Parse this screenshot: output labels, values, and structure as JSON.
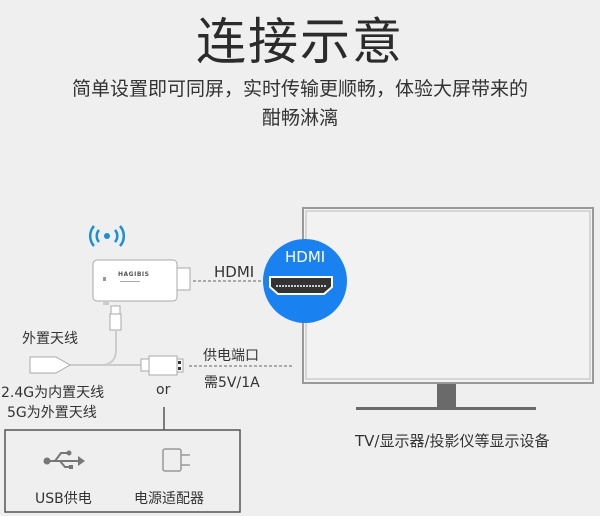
{
  "title": "连接示意",
  "subtitle_line1": "简单设置即可同屏，实时传输更顺畅，体验大屏带来的",
  "subtitle_line2": "酣畅淋漓",
  "dongle": {
    "brand": "HAGIBIS"
  },
  "labels": {
    "hdmi_cable": "HDMI",
    "hdmi_badge": "HDMI",
    "external_antenna": "外置天线",
    "antenna_note_1": "2.4G为内置天线",
    "antenna_note_2": "5G为外置天线",
    "power_port": "供电端口",
    "power_req": "需5V/1A",
    "or": "or",
    "usb_power": "USB供电",
    "power_adapter": "电源适配器",
    "display_caption": "TV/显示器/投影仪等显示设备"
  },
  "colors": {
    "accent": "#1a82f0",
    "line": "#888888",
    "stand": "#6a6a6a"
  }
}
